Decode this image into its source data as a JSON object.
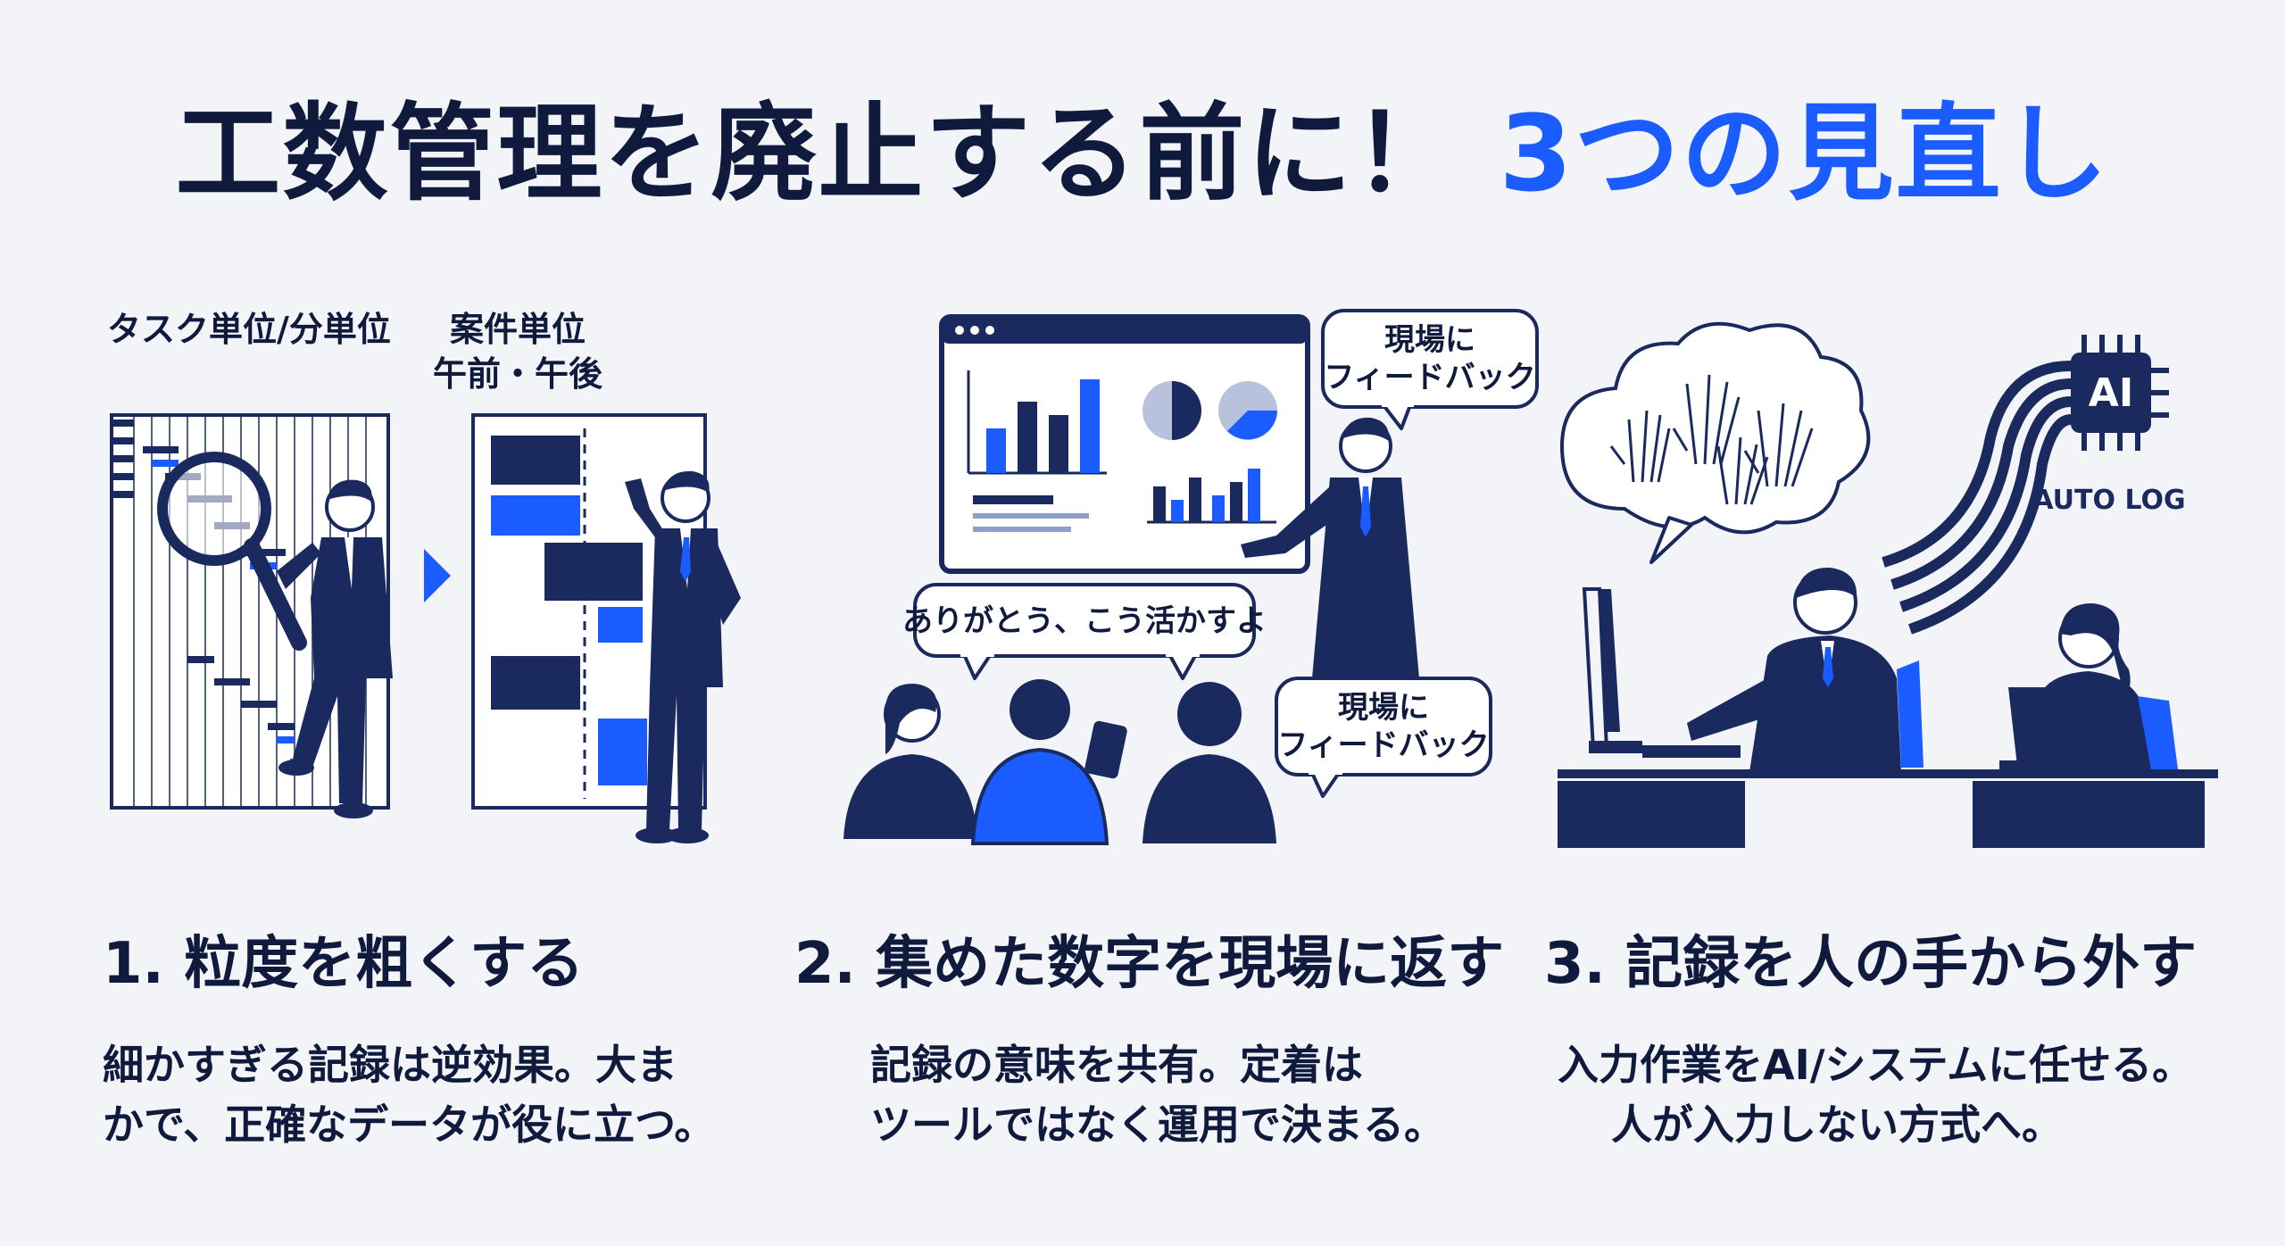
{
  "title": {
    "main": "工数管理を廃止する前に！",
    "accent": "3つの見直し"
  },
  "panel1": {
    "label_left": "タスク単位/分単位",
    "label_right_1": "案件単位",
    "label_right_2": "午前・午後"
  },
  "panel2": {
    "bubble_top_1": "現場に",
    "bubble_top_2": "フィードバック",
    "bubble_thanks": "ありがとう、こう活かすよ",
    "bubble_bottom_1": "現場に",
    "bubble_bottom_2": "フィードバック"
  },
  "panel3": {
    "chip_label": "AI",
    "chip_caption": "AUTO LOG"
  },
  "sections": [
    {
      "heading": "1. 粒度を粗くする",
      "line1": "細かすぎる記録は逆効果。大ま",
      "line2": "かで、正確なデータが役に立つ。"
    },
    {
      "heading": "2. 集めた数字を現場に返す",
      "line1": "記録の意味を共有。定着は",
      "line2": "ツールではなく運用で決まる。"
    },
    {
      "heading": "3. 記録を人の手から外す",
      "line1": "入力作業をAI/システムに任せる。",
      "line2": "人が入力しない方式へ。"
    }
  ],
  "colors": {
    "navy": "#1b2a5e",
    "blue": "#1a5cff",
    "ink": "#0f1a3d"
  }
}
